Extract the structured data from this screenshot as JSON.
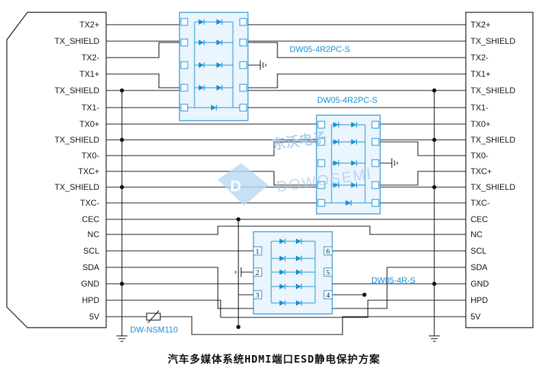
{
  "left_connector": {
    "pins": [
      "TX2+",
      "TX_SHIELD",
      "TX2-",
      "TX1+",
      "TX_SHIELD",
      "TX1-",
      "TX0+",
      "TX_SHIELD",
      "TX0-",
      "TXC+",
      "TX_SHIELD",
      "TXC-",
      "CEC",
      "NC",
      "SCL",
      "SDA",
      "GND",
      "HPD",
      "5V"
    ]
  },
  "right_connector": {
    "pins": [
      "TX2+",
      "TX_SHIELD",
      "TX2-",
      "TX1+",
      "TX_SHIELD",
      "TX1-",
      "TX0+",
      "TX_SHIELD",
      "TX0-",
      "TXC+",
      "TX_SHIELD",
      "TXC-",
      "CEC",
      "NC",
      "SCL",
      "SDA",
      "GND",
      "HPD",
      "5V"
    ]
  },
  "chips": {
    "top": "DW05-4R2PC-S",
    "middle": "DW05-4R2PC-S",
    "bottom": "DW05-4R-S",
    "fuse": "DW-NSM110"
  },
  "bottom_chip_pins": [
    "1",
    "2",
    "3",
    "4",
    "5",
    "6"
  ],
  "watermark": {
    "cn": "东沃电子",
    "en": "DOWOSEMI"
  },
  "caption": "汽车多媒体系统HDMI端口ESD静电保护方案",
  "colors": {
    "line": "#111111",
    "chip": "#1a8fd6",
    "chip_fill": "#eaf5fd",
    "watermark": "#9cc8ec"
  }
}
